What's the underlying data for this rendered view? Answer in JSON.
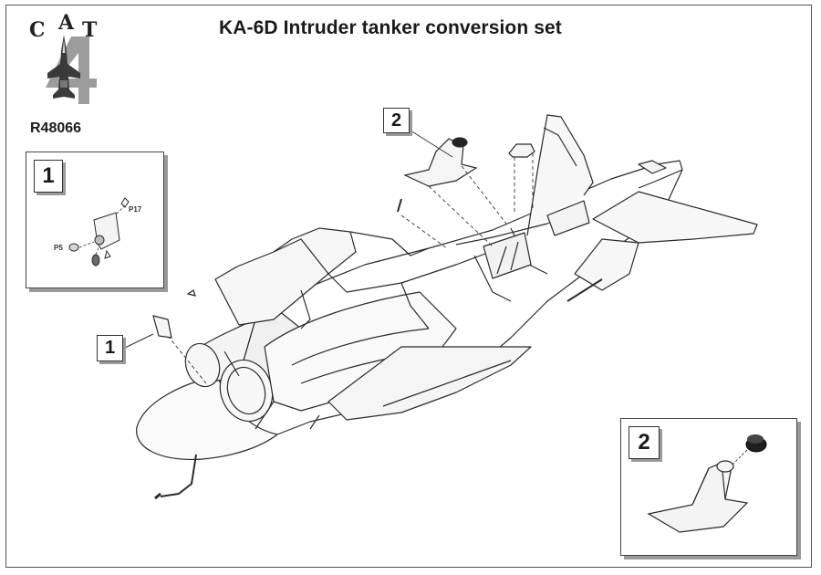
{
  "title": "KA-6D Intruder tanker conversion set",
  "logo": {
    "letters": [
      "C",
      "A",
      "T"
    ],
    "code": "R48066"
  },
  "callouts": {
    "step1_panel_number": "1",
    "step2_panel_number": "2",
    "step1_marker": "1",
    "step2_marker": "2"
  },
  "part_labels": {
    "p17": "P17",
    "p5": "P5"
  }
}
